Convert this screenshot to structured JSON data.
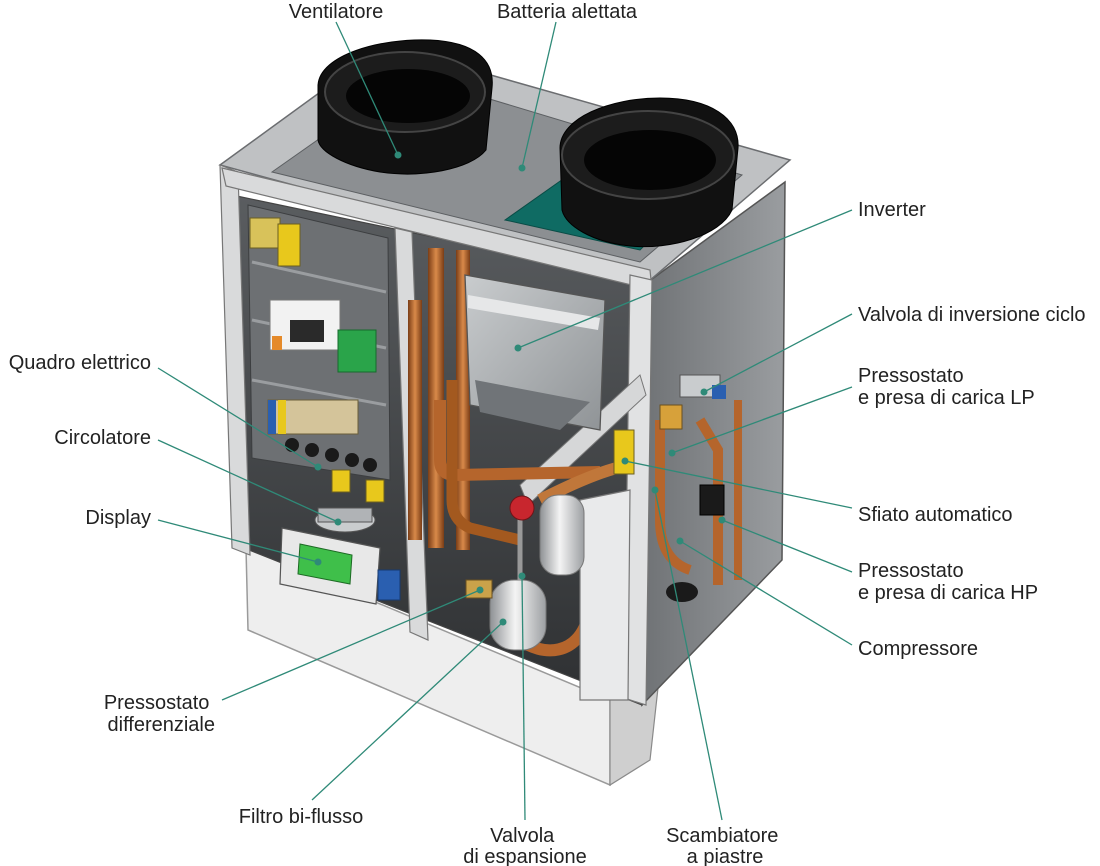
{
  "labels": {
    "ventilatore": "Ventilatore",
    "batteria_alettata": "Batteria alettata",
    "inverter": "Inverter",
    "valvola_inversione": "Valvola di inversione ciclo",
    "pressostato_lp": [
      "Pressostato",
      "e presa di carica LP"
    ],
    "quadro_elettrico": "Quadro elettrico",
    "circolatore": "Circolatore",
    "display": "Display",
    "sfiato_automatico": "Sfiato automatico",
    "pressostato_hp": [
      "Pressostato",
      "e presa di carica HP"
    ],
    "compressore": "Compressore",
    "pressostato_differenziale": [
      "Pressostato",
      "differenziale"
    ],
    "filtro_biflusso": "Filtro bi-flusso",
    "valvola_espansione": [
      "Valvola",
      "di espansione"
    ],
    "scambiatore_piastre": [
      "Scambiatore",
      "a piastre"
    ]
  },
  "colors": {
    "leader": "#2f8a78",
    "casing": "#8a8d90",
    "casing_dark": "#4a4d50",
    "frame": "#d9dadb",
    "copper": "#b5652c",
    "teal_coil": "#0f6b63",
    "display_green": "#3fbf4a",
    "relief_red": "#c8262e",
    "terminal_yellow": "#e8c81c",
    "green_module": "#2aa44a",
    "blue_fitting": "#2a5fb0"
  }
}
